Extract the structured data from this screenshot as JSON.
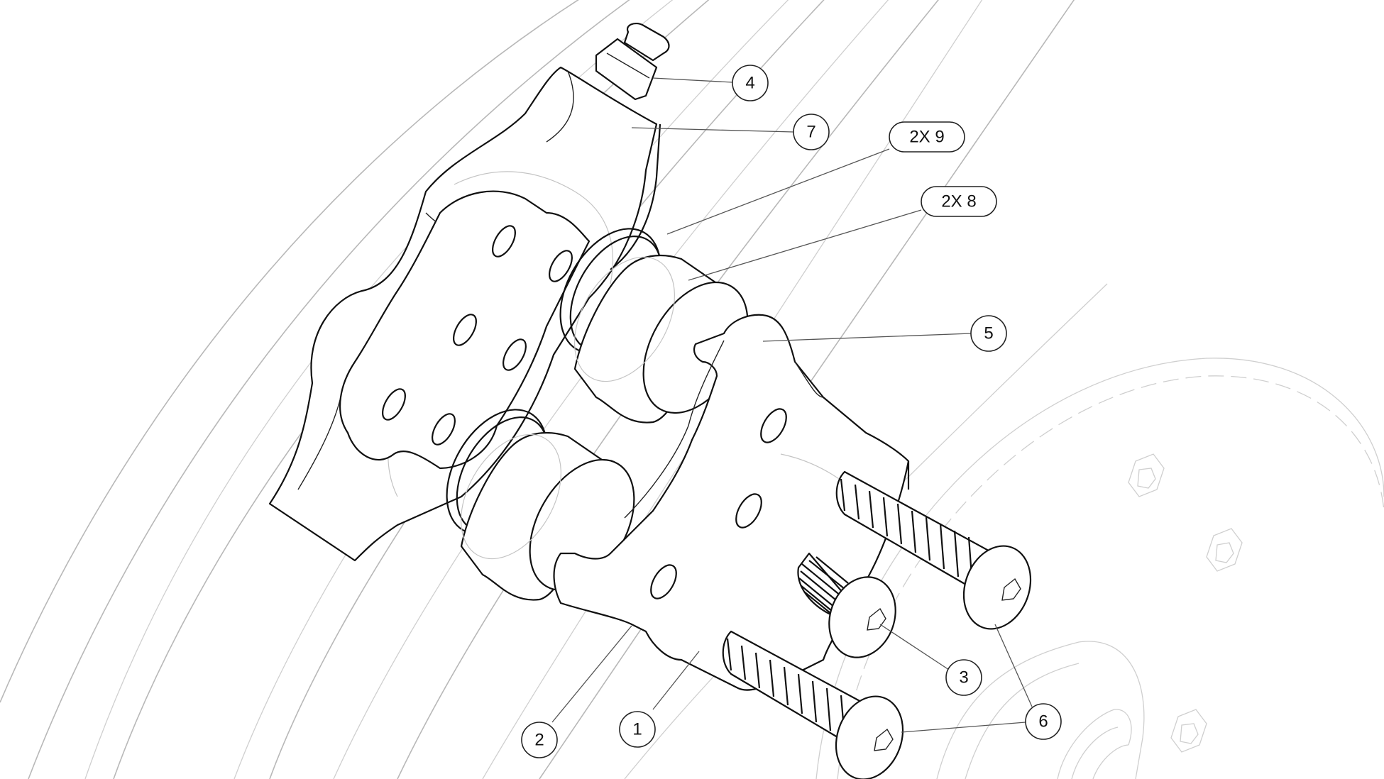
{
  "callouts": [
    {
      "id": "1",
      "label": "1"
    },
    {
      "id": "2",
      "label": "2"
    },
    {
      "id": "3",
      "label": "3"
    },
    {
      "id": "4",
      "label": "4"
    },
    {
      "id": "5",
      "label": "5"
    },
    {
      "id": "6",
      "label": "6"
    },
    {
      "id": "7",
      "label": "7"
    },
    {
      "id": "8",
      "label": "2X 8"
    },
    {
      "id": "9",
      "label": "2X 9"
    }
  ]
}
